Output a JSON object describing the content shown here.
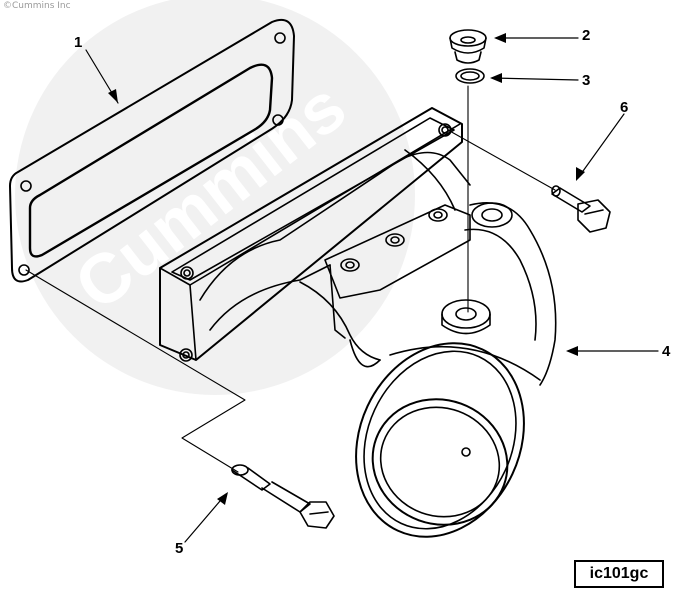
{
  "copyright": "©Cummins Inc",
  "watermark": "Cummins",
  "figure_id": "ic101gc",
  "callouts": [
    {
      "label": "1",
      "part": "gasket"
    },
    {
      "label": "2",
      "part": "plug"
    },
    {
      "label": "3",
      "part": "o-ring"
    },
    {
      "label": "4",
      "part": "connection"
    },
    {
      "label": "5",
      "part": "capscrew"
    },
    {
      "label": "6",
      "part": "capscrew"
    }
  ],
  "colors": {
    "line": "#000000",
    "watermark": "#ececec",
    "background": "#ffffff"
  }
}
